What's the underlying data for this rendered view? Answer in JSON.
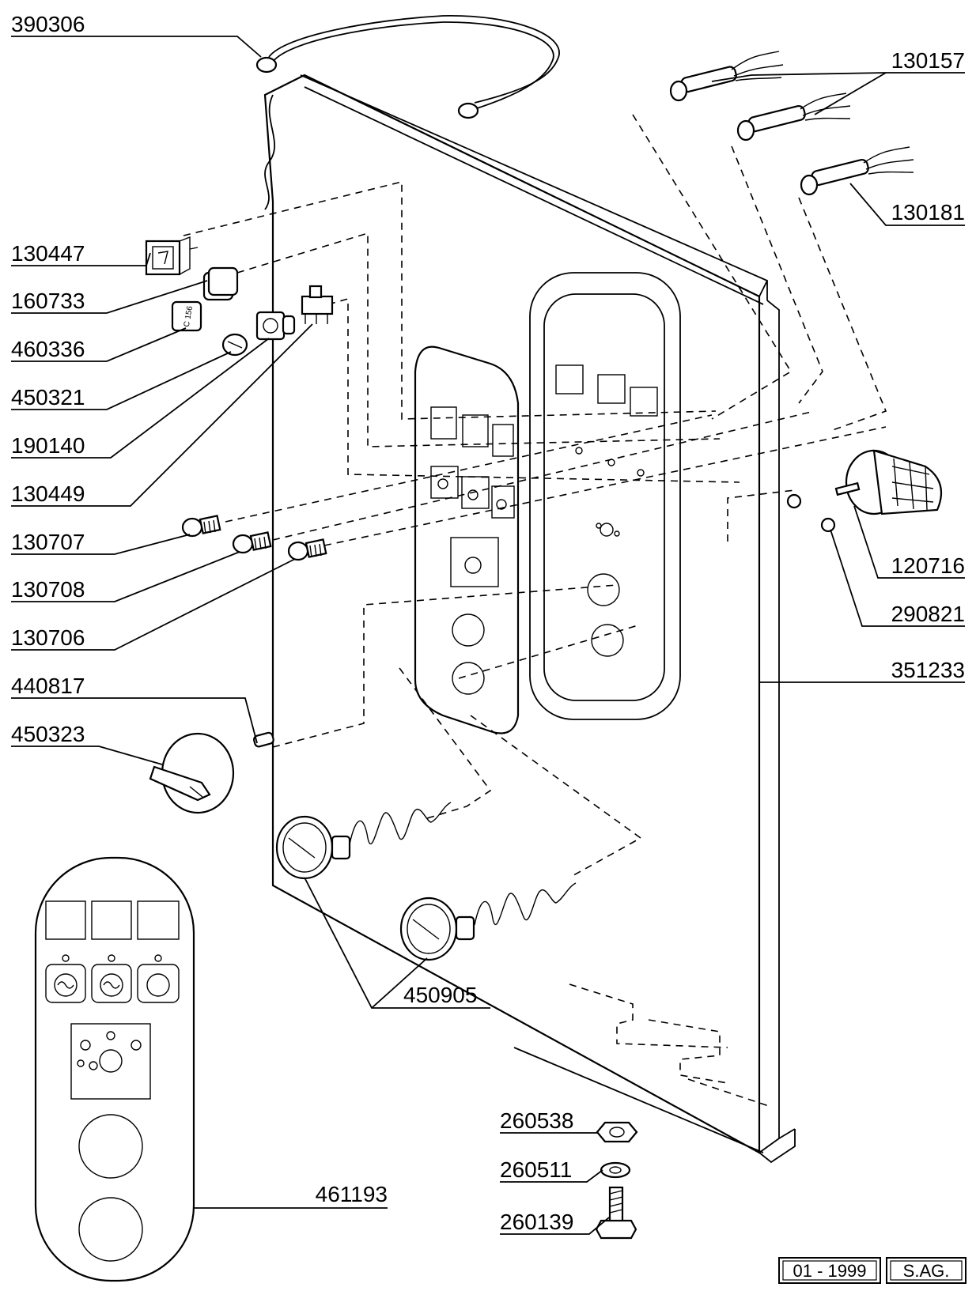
{
  "callouts": {
    "p390306": "390306",
    "p130157": "130157",
    "p130181": "130181",
    "p130447": "130447",
    "p160733": "160733",
    "p460336": "460336",
    "p450321": "450321",
    "p190140": "190140",
    "p130449": "130449",
    "p130707": "130707",
    "p130708": "130708",
    "p130706": "130706",
    "p440817": "440817",
    "p450323": "450323",
    "p120716": "120716",
    "p290821": "290821",
    "p351233": "351233",
    "p450905": "450905",
    "p461193": "461193",
    "p260538": "260538",
    "p260511": "260511",
    "p260139": "260139"
  },
  "part_markings": {
    "label_460336": "C 156"
  },
  "stamp": {
    "date": "01 - 1999",
    "code": "S.AG."
  }
}
